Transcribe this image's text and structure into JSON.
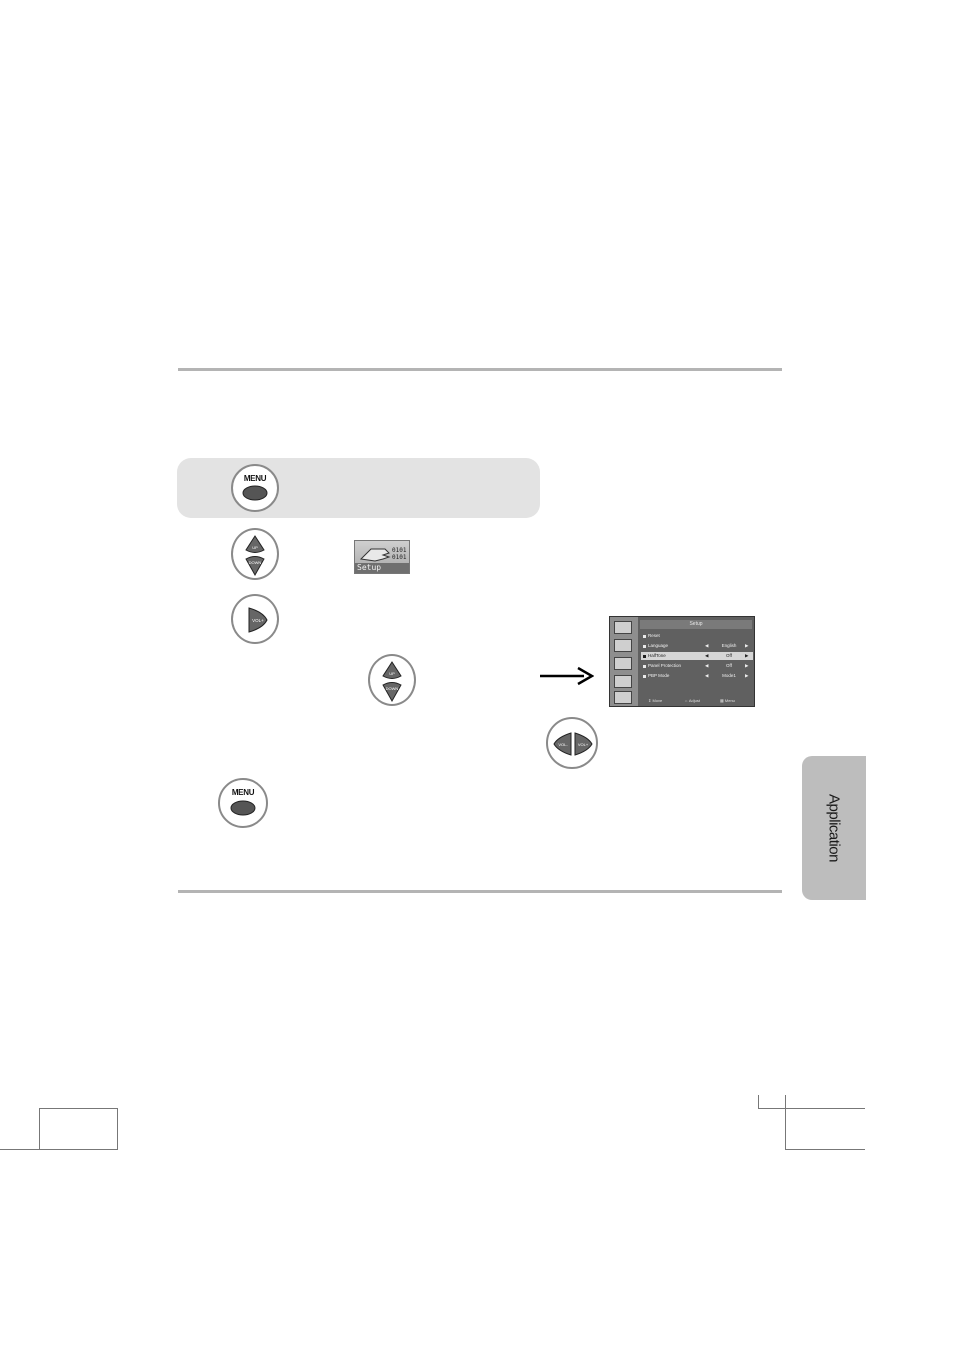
{
  "buttons": {
    "menu_label": "MENU",
    "up_label": "UP",
    "down_label": "DOWN",
    "vol_plus_label": "VOL+",
    "vol_minus_label": "VOL-"
  },
  "setup_icon": {
    "label": "Setup",
    "bits": "0101\n0101"
  },
  "osd": {
    "title": "Setup",
    "rows": [
      {
        "label": "Reset",
        "value": ""
      },
      {
        "label": "Language",
        "value": "English"
      },
      {
        "label": "HalfTone",
        "value": "Off",
        "highlighted": true
      },
      {
        "label": "Panel Protection",
        "value": "Off"
      },
      {
        "label": "PBP Mode",
        "value": "Mode1"
      }
    ],
    "footer": {
      "move": "Move",
      "adjust": "Adjust",
      "menu": "Menu"
    }
  },
  "side_tab": {
    "label": "Application"
  },
  "colors": {
    "rule": "#b4b4b4",
    "step_bar": "#e3e3e3",
    "tab": "#bdbdbd"
  }
}
